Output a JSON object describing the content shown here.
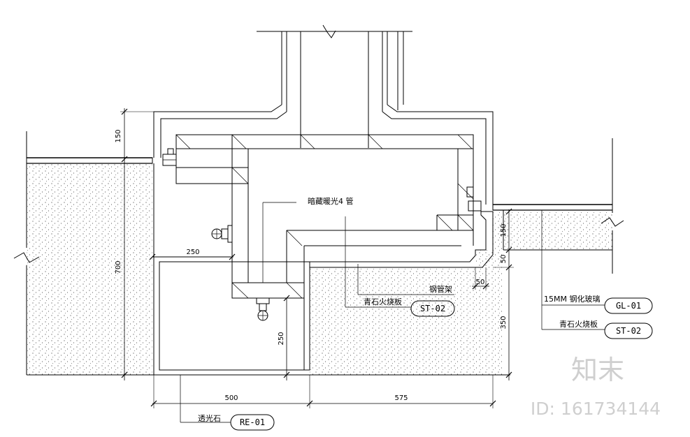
{
  "labels": {
    "main_note": "暗藏暖光4 管",
    "steel_frame": "钢管架",
    "stone_left": "青石火烧板",
    "stone_right": "青石火烧板",
    "glass": "15MM 钢化玻璃",
    "translucent": "透光石"
  },
  "tags": {
    "st02_left": "ST-02",
    "gl01": "GL-01",
    "st02_right": "ST-02",
    "re01": "RE-01"
  },
  "dimensions": {
    "d150_left": "150",
    "d700": "700",
    "d250_h": "250",
    "d250_v": "250",
    "d500": "500",
    "d575": "575",
    "d50_small": "50",
    "d150_right": "150",
    "d50_right": "50",
    "d350": "350"
  },
  "watermark": {
    "brand": "知末",
    "id": "ID: 161734144"
  }
}
